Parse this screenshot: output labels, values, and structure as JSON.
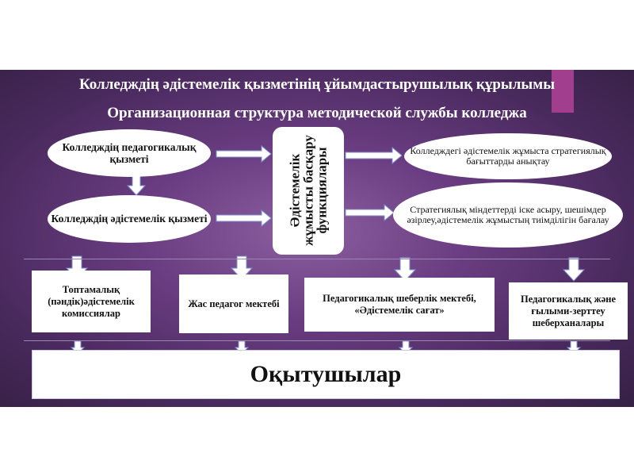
{
  "title_kk": "Колледждің әдістемелік қызметінің ұйымдастырушылық құрылымы",
  "title_ru": "Организационная структура методической службы колледжа",
  "left_nodes": [
    {
      "text": "Колледждің педагогикалық қызметі"
    },
    {
      "text": "Колледждің әдістемелік қызметі"
    }
  ],
  "center_node": {
    "text": "Әдістемелік жұмысты басқару функциялары"
  },
  "right_nodes": [
    {
      "text": "Колледждегі әдістемелік жұмыста стратегиялық бағыттарды анықтау"
    },
    {
      "text": "Стратегиялық міндеттерді іске асыру, шешімдер әзірлеу,әдістемелік жұмыстың тиімділігін бағалау"
    }
  ],
  "units": [
    {
      "text": "Топтамалық (пәндік)әдістемелік комиссиялар"
    },
    {
      "text": "Жас педагог мектебі"
    },
    {
      "text": "Педагогикалық шеберлік мектебі, «Әдістемелік сағат»"
    },
    {
      "text": "Педагогикалық және ғылыми-зерттеу шеберханалары"
    }
  ],
  "bottom_node": {
    "text": "Оқытушылар"
  },
  "colors": {
    "background": "#5b3873",
    "box": "#ffffff",
    "accent": "#a13f8e",
    "arrow_fill": "#ffffff",
    "arrow_stroke": "#7b8fc8"
  }
}
